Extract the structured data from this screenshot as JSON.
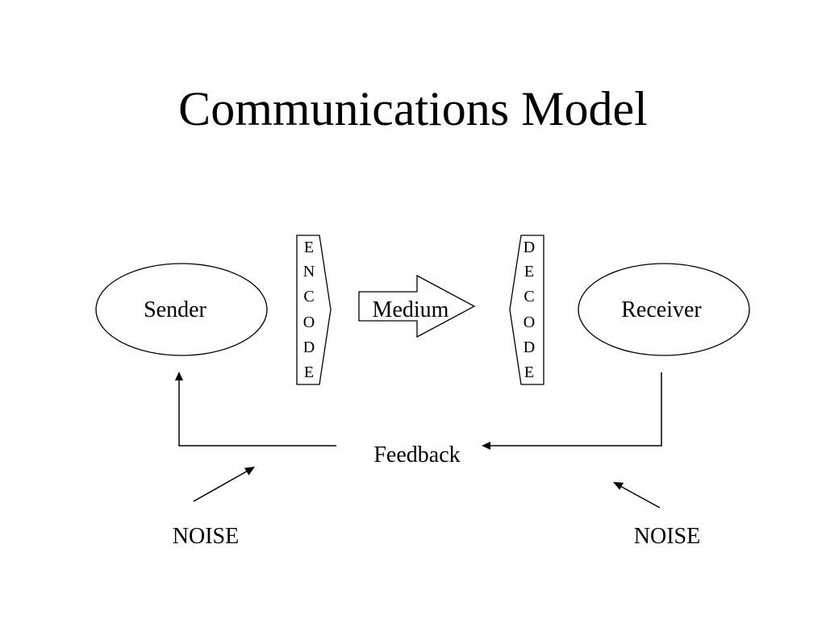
{
  "title": "Communications Model",
  "sender": {
    "label": "Sender"
  },
  "receiver": {
    "label": "Receiver"
  },
  "encode": {
    "letters": [
      "E",
      "N",
      "C",
      "O",
      "D",
      "E"
    ]
  },
  "decode": {
    "letters": [
      "D",
      "E",
      "C",
      "O",
      "D",
      "E"
    ]
  },
  "medium": {
    "label": "Medium"
  },
  "feedback": {
    "label": "Feedback"
  },
  "noise_left": {
    "label": "NOISE"
  },
  "noise_right": {
    "label": "NOISE"
  }
}
